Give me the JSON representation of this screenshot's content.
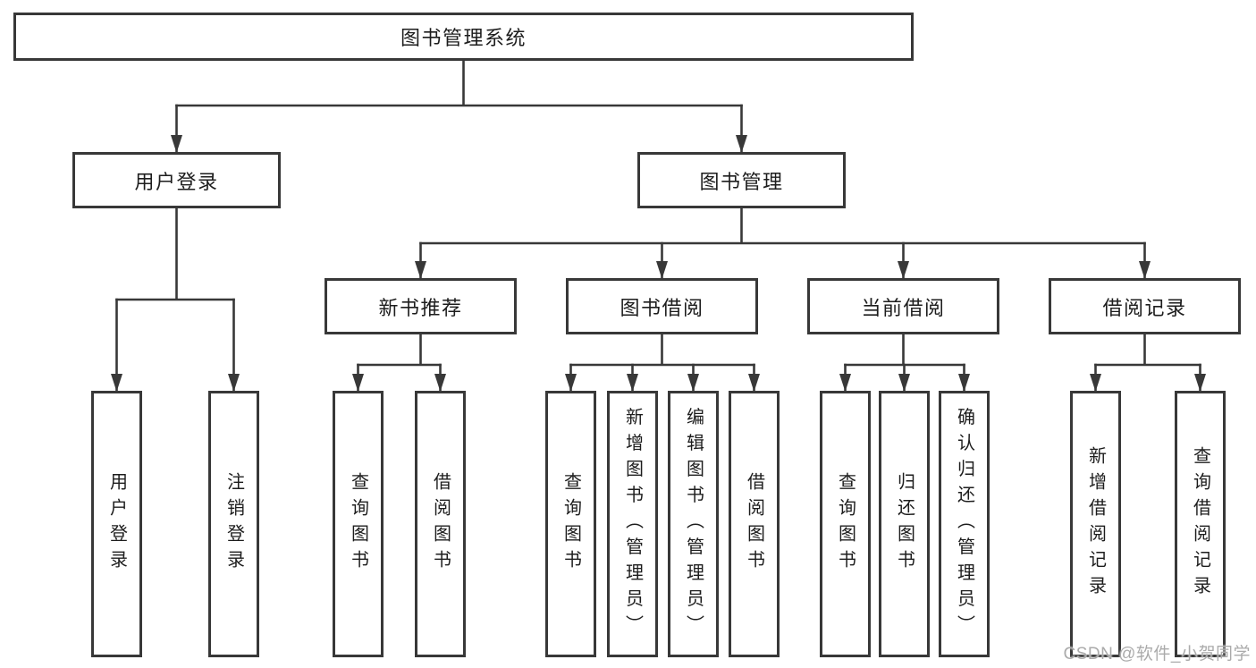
{
  "diagram": {
    "root": "图书管理系统",
    "branches": [
      {
        "label": "用户登录",
        "leaves": [
          "用户登录",
          "注销登录"
        ]
      },
      {
        "label": "图书管理",
        "children": [
          {
            "label": "新书推荐",
            "leaves": [
              "查询图书",
              "借阅图书"
            ]
          },
          {
            "label": "图书借阅",
            "leaves": [
              "查询图书",
              "新增图书（管理员）",
              "编辑图书（管理员）",
              "借阅图书"
            ]
          },
          {
            "label": "当前借阅",
            "leaves": [
              "查询图书",
              "归还图书",
              "确认归还（管理员）"
            ]
          },
          {
            "label": "借阅记录",
            "leaves": [
              "新增借阅记录",
              "查询借阅记录"
            ]
          }
        ]
      }
    ]
  },
  "watermark": "CSDN @软件_小贺同学",
  "colors": {
    "line": "#383838",
    "box_border": "#383838",
    "text": "#1d1d1d",
    "watermark": "#ababab",
    "background": "#ffffff"
  }
}
